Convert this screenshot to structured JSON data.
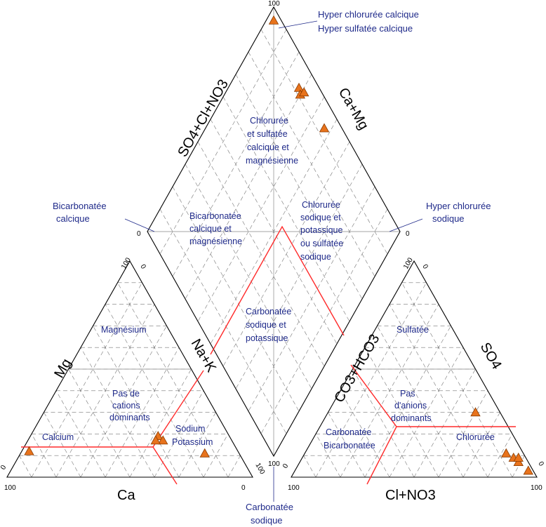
{
  "chart_data": {
    "type": "scatter",
    "diagram": "piper",
    "grid_step_percent": 10,
    "axes": {
      "cation_triangle": {
        "left_axis_label": "Mg",
        "bottom_axis_label": "Ca",
        "right_axis_label": "Na+K",
        "top_tick": "100",
        "left_ticks": [
          "100",
          "0"
        ],
        "bottom_ticks": [
          "100",
          "0"
        ],
        "right_tick": "100"
      },
      "anion_triangle": {
        "left_axis_label": "CO3+HCO3",
        "right_axis_label": "SO4",
        "bottom_axis_label": "Cl+NO3",
        "top_tick": "100",
        "bottom_left_tick": "100",
        "bottom_right_tick": "100",
        "left_tick": "0",
        "right_tick": "0"
      },
      "diamond": {
        "upper_left_axis_label": "SO4+Cl+NO3",
        "upper_right_axis_label": "Ca+Mg",
        "top_tick": "100",
        "left_tick": "0",
        "right_tick": "0",
        "bottom_tick": "100"
      }
    },
    "cation_facies": [
      "Magnésium",
      "Pas de cations dominants",
      "Calcium",
      "Sodium Potassium"
    ],
    "anion_facies": [
      "Sulfatée",
      "Pas d'anions dominants",
      "Carbonatée Bicarbonatée",
      "Chlorurée"
    ],
    "diamond_facies": [
      "Chlorurée et sulfatée calcique et magnésienne",
      "Bicarbonatée calcique et magnésienne",
      "Chlorurée sodique et potassique ou sulfatée sodique",
      "Carbonatée sodique et potassique"
    ],
    "external_annotations": [
      "Hyper chlorurée calcique",
      "Hyper sulfatée calcique",
      "Bicarbonatée calcique",
      "Hyper chlorurée sodique",
      "Carbonatée sodique"
    ],
    "samples_cation": [
      {
        "ca": 85,
        "mg": 12,
        "nak": 3
      },
      {
        "ca": 29,
        "mg": 19,
        "nak": 52
      },
      {
        "ca": 28,
        "mg": 17,
        "nak": 55
      },
      {
        "ca": 31,
        "mg": 17,
        "nak": 52
      },
      {
        "ca": 14,
        "mg": 11,
        "nak": 75
      }
    ],
    "samples_anion": [
      {
        "hco3": 10,
        "so4": 30,
        "cl": 60
      },
      {
        "hco3": 7,
        "so4": 11,
        "cl": 82
      },
      {
        "hco3": 5,
        "so4": 9,
        "cl": 86
      },
      {
        "hco3": 4,
        "so4": 7,
        "cl": 89
      },
      {
        "hco3": 3,
        "so4": 9,
        "cl": 88
      },
      {
        "hco3": 2,
        "so4": 3,
        "cl": 95
      }
    ],
    "samples_diamond": [
      {
        "so4_cl_no3": 97,
        "ca_mg": 97
      },
      {
        "so4_cl_no3": 92,
        "ca_mg": 72
      },
      {
        "so4_cl_no3": 91,
        "ca_mg": 70
      },
      {
        "so4_cl_no3": 93,
        "ca_mg": 69
      },
      {
        "so4_cl_no3": 93,
        "ca_mg": 53
      }
    ]
  },
  "labels": {
    "axis_so4_cl_no3": "SO4+Cl+NO3",
    "axis_ca_mg": "Ca+Mg",
    "axis_mg": "Mg",
    "axis_na_k": "Na+K",
    "axis_co3_hco3": "CO3+HCO3",
    "axis_so4": "SO4",
    "axis_ca": "Ca",
    "axis_cl_no3": "Cl+NO3",
    "ticks": {
      "t100": "100",
      "t0": "0"
    },
    "facies": {
      "magnesium": "Magnésium",
      "pas_cations_1": "Pas de",
      "pas_cations_2": "cations",
      "pas_cations_3": "dominants",
      "calcium": "Calcium",
      "sodium": "Sodium",
      "potassium": "Potassium",
      "sulfatee": "Sulfatée",
      "pas_anions_1": "Pas",
      "pas_anions_2": "d'anions",
      "pas_anions_3": "dominants",
      "carbonatee": "Carbonatée",
      "bicarbonatee": "Bicarbonatée",
      "chloruree": "Chlorurée",
      "d1_1": "Chlorurée",
      "d1_2": "et sulfatée",
      "d1_3": "calcique et",
      "d1_4": "magnésienne",
      "d2_1": "Bicarbonatée",
      "d2_2": "calcique et",
      "d2_3": "magnésienne",
      "d3_1": "Chlorurée",
      "d3_2": "sodique et",
      "d3_3": "potassique",
      "d3_4": "ou sulfatée",
      "d3_5": "sodique",
      "d4_1": "Carbonatée",
      "d4_2": "sodique et",
      "d4_3": "potassique"
    },
    "annotations": {
      "hyper_cl_ca": "Hyper chlorurée calcique",
      "hyper_so4_ca": "Hyper sulfatée calcique",
      "bicarb_ca_1": "Bicarbonatée",
      "bicarb_ca_2": "calcique",
      "hyper_cl_na_1": "Hyper chlorurée",
      "hyper_cl_na_2": "sodique",
      "carb_na_1": "Carbonatée",
      "carb_na_2": "sodique"
    }
  },
  "colors": {
    "frame": "#000000",
    "grid": "#777777",
    "facies_boundary": "#ff2a2a",
    "facies_text": "#1f2a8a",
    "sample_fill": "#e8731c",
    "sample_stroke": "#8a3b00"
  }
}
